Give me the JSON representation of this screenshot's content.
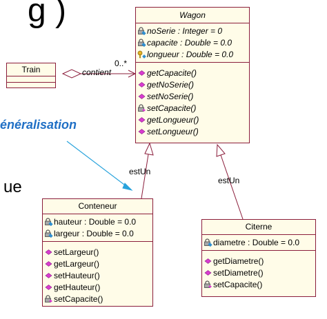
{
  "background": {
    "heading_fragment": "g )",
    "side_text": "ue"
  },
  "generalisation_label": "énéralisation",
  "classes": {
    "wagon": {
      "name": "Wagon",
      "attributes": [
        {
          "text": "noSerie : Integer = 0",
          "icon": "lock-attribute-icon"
        },
        {
          "text": "capacite : Double = 0.0",
          "icon": "lock-attribute-icon"
        },
        {
          "text": "longueur : Double = 0.0",
          "icon": "key-attribute-icon"
        }
      ],
      "operations": [
        {
          "text": "getCapacite()",
          "icon": "public-operation-icon"
        },
        {
          "text": "getNoSerie()",
          "icon": "public-operation-icon"
        },
        {
          "text": "setNoSerie()",
          "icon": "public-operation-icon"
        },
        {
          "text": "setCapacite()",
          "icon": "locked-operation-icon"
        },
        {
          "text": "getLongueur()",
          "icon": "public-operation-icon"
        },
        {
          "text": "setLongueur()",
          "icon": "public-operation-icon"
        }
      ]
    },
    "train": {
      "name": "Train"
    },
    "conteneur": {
      "name": "Conteneur",
      "attributes": [
        {
          "text": "hauteur : Double = 0.0",
          "icon": "lock-attribute-icon"
        },
        {
          "text": "largeur : Double = 0.0",
          "icon": "lock-attribute-icon"
        }
      ],
      "operations": [
        {
          "text": "setLargeur()",
          "icon": "public-operation-icon"
        },
        {
          "text": "getLargeur()",
          "icon": "public-operation-icon"
        },
        {
          "text": "setHauteur()",
          "icon": "public-operation-icon"
        },
        {
          "text": "getHauteur()",
          "icon": "public-operation-icon"
        },
        {
          "text": "setCapacite()",
          "icon": "locked-operation-icon"
        }
      ]
    },
    "citerne": {
      "name": "Citerne",
      "attributes": [
        {
          "text": "diametre : Double = 0.0",
          "icon": "lock-attribute-icon"
        }
      ],
      "operations": [
        {
          "text": "getDiametre()",
          "icon": "public-operation-icon"
        },
        {
          "text": "setDiametre()",
          "icon": "public-operation-icon"
        },
        {
          "text": "setCapacite()",
          "icon": "locked-operation-icon"
        }
      ]
    }
  },
  "relations": {
    "association": {
      "label": "contient",
      "multiplicity": "0..*"
    },
    "inheritance_conteneur": {
      "label": "estUn"
    },
    "inheritance_citerne": {
      "label": "estUn"
    }
  },
  "colors": {
    "class_border": "#8a1c3a",
    "class_fill": "#fffce8",
    "wire": "#8a1c3a",
    "annotation_arrow": "#29a3dc",
    "generalisation_text": "#1f6fc5"
  }
}
